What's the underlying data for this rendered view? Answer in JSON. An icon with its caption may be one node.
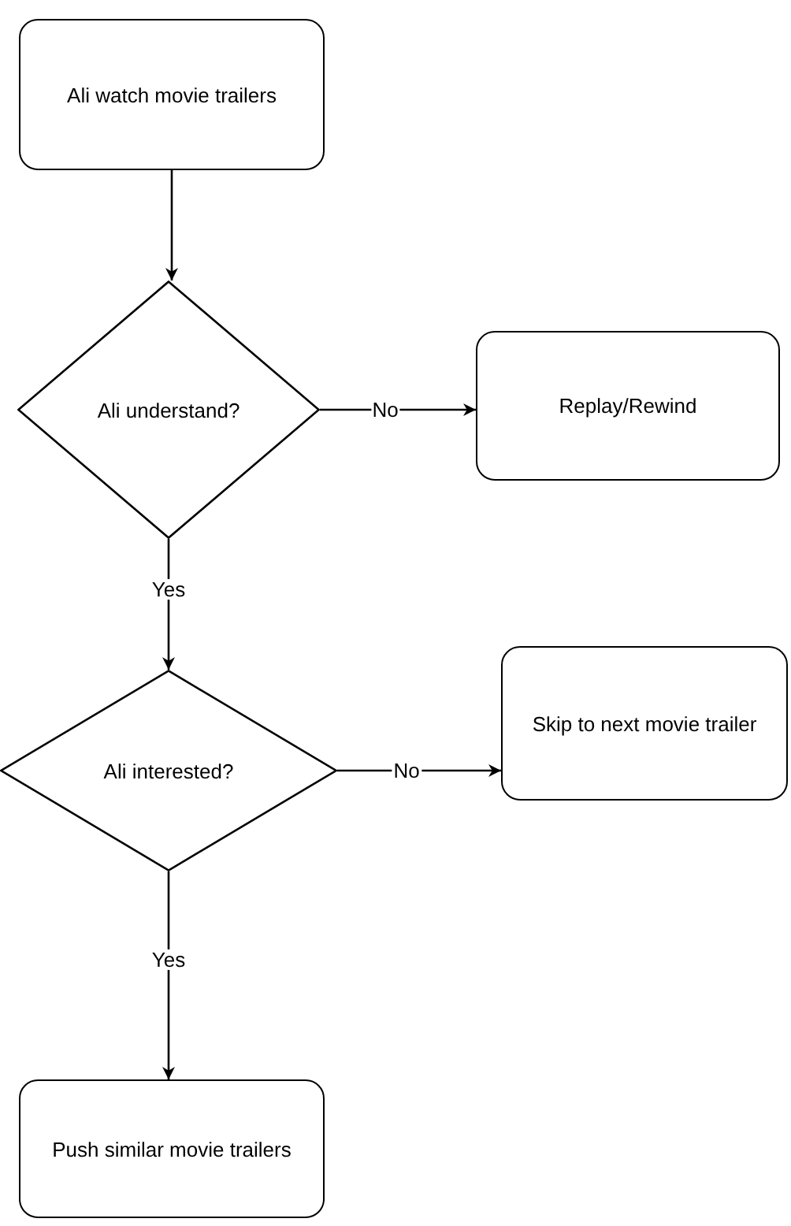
{
  "diagram": {
    "nodes": [
      {
        "text": [
          "Ali watch movie trailers"
        ]
      },
      {
        "text": [
          "Ali understand?"
        ]
      },
      {
        "text": [
          "Replay/Rewind"
        ]
      },
      {
        "text": [
          "Ali interested?"
        ]
      },
      {
        "text": [
          "Skip to next movie trailer"
        ]
      },
      {
        "text": [
          "Push similar movie trailers"
        ]
      }
    ],
    "edges": [
      {
        "from": 0,
        "to": 1,
        "arrow": "to"
      },
      {
        "from": 1,
        "to": 2,
        "arrow": "to",
        "label": "No"
      },
      {
        "from": 1,
        "to": 3,
        "arrow": "to",
        "label": "Yes"
      },
      {
        "from": 3,
        "to": 4,
        "arrow": "to",
        "label": "No"
      },
      {
        "from": 3,
        "to": 5,
        "arrow": "to",
        "label": "Yes"
      }
    ]
  }
}
